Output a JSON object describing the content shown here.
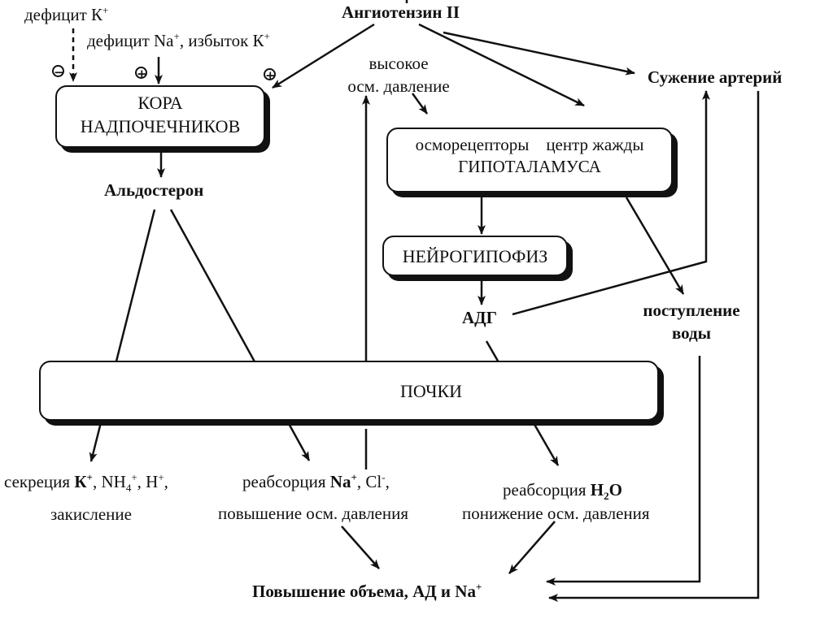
{
  "nodes": {
    "k_deficit": {
      "text": "дефицит К",
      "sup": "+"
    },
    "na_deficit": {
      "part1": "дефицит Na",
      "sup1": "+",
      "part2": ", избыток К",
      "sup2": "+"
    },
    "angiotensin": "Ангиотензин II",
    "high_osm": {
      "line1": "высокое",
      "line2": "осм. давление"
    },
    "artery_narrowing": "Сужение артерий",
    "adrenal_cortex": {
      "line1": "КОРА",
      "line2": "НАДПОЧЕЧНИКОВ"
    },
    "aldosterone": "Альдостерон",
    "hypothalamus": {
      "line1": "осморецепторы    центр жажды",
      "line2": "ГИПОТАЛАМУСА"
    },
    "neurohypophysis": "НЕЙРОГИПОФИЗ",
    "adh": "АДГ",
    "water_intake": {
      "line1": "поступление",
      "line2": "воды"
    },
    "kidneys": "ПОЧКИ",
    "secretion": {
      "word": "секреция ",
      "k": "К",
      "k_sup": "+",
      "nh": ", NH",
      "nh_sub": "4",
      "nh_sup": "+",
      "h": ", H",
      "h_sup": "+",
      "end": ",",
      "line2": "закисление"
    },
    "na_reabsorption": {
      "word": "реабсорция ",
      "na": "Na",
      "na_sup": "+",
      "cl": ", Cl",
      "cl_sup": "-",
      "end": ",",
      "line2": "повышение осм. давления"
    },
    "water_reabsorption": {
      "word": "реабсорция ",
      "h": "H",
      "h_sub": "2",
      "o": "O",
      "line2": "понижение осм. давления"
    },
    "result": {
      "text": "Повышение объема, АД и Na",
      "sup": "+"
    }
  },
  "signs": {
    "minus": "−",
    "plus": "+"
  },
  "colors": {
    "ink": "#111111",
    "background": "#ffffff"
  }
}
